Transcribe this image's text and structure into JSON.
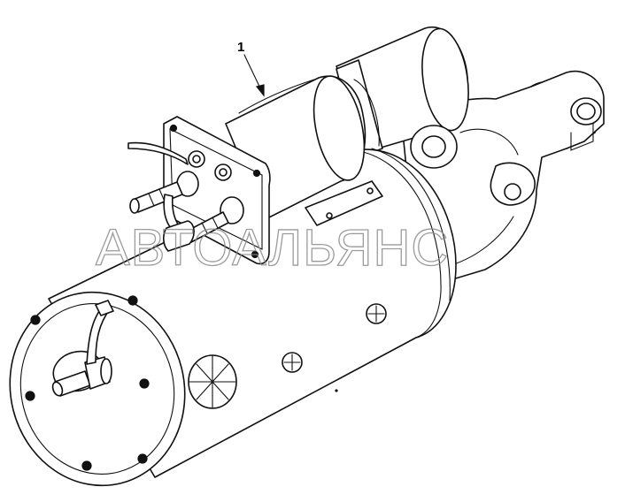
{
  "diagram": {
    "callouts": [
      {
        "label": "1",
        "part": "solenoid"
      }
    ],
    "watermark": "АВТОАЛЬЯНС",
    "colors": {
      "line": "#111111",
      "background": "#ffffff",
      "watermark": "#8a8a8a"
    }
  }
}
